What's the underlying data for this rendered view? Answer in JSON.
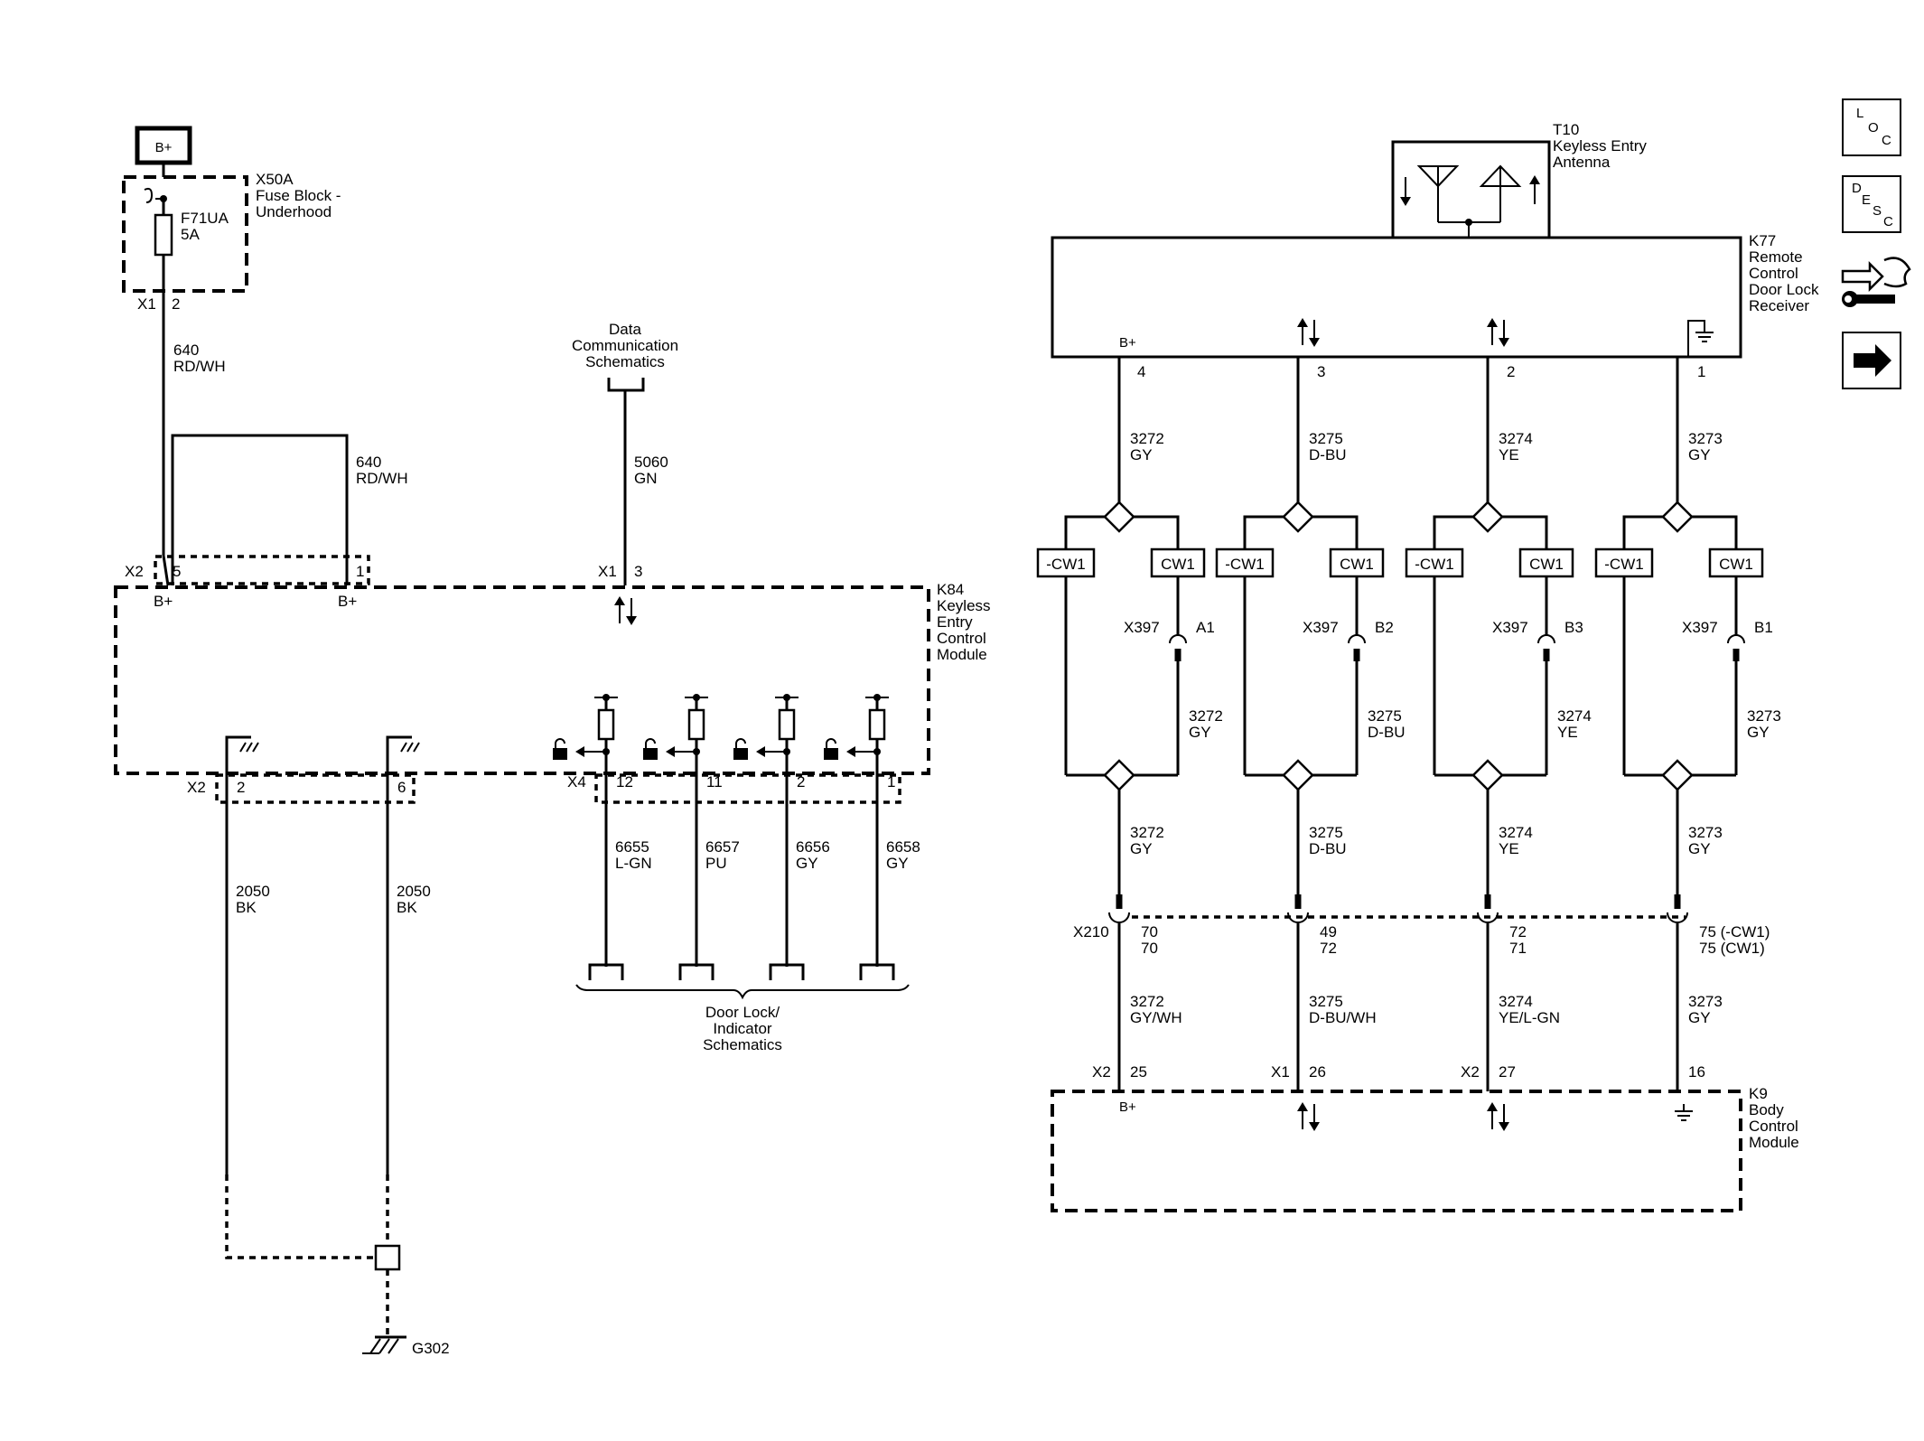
{
  "power": {
    "label": "B+"
  },
  "fuse_block": {
    "name": "X50A",
    "desc1": "Fuse Block -",
    "desc2": "Underhood",
    "fuse": "F71UA",
    "rating": "5A",
    "conn": "X1",
    "pin": "2"
  },
  "wire_640a": {
    "num": "640",
    "color": "RD/WH"
  },
  "wire_640b": {
    "num": "640",
    "color": "RD/WH"
  },
  "data_comm": {
    "l1": "Data",
    "l2": "Communication",
    "l3": "Schematics"
  },
  "wire_5060": {
    "num": "5060",
    "color": "GN"
  },
  "k84": {
    "name": "K84",
    "d1": "Keyless",
    "d2": "Entry",
    "d3": "Control",
    "d4": "Module",
    "x2": "X2",
    "pin5": "5",
    "pin1": "1",
    "bplus": "B+",
    "x1": "X1",
    "pin3": "3",
    "x2b": "X2",
    "pin2": "2",
    "pin6": "6",
    "x4": "X4",
    "pin12": "12",
    "pin11": "11",
    "pin2b": "2",
    "pin1b": "1"
  },
  "door_wires": [
    {
      "num": "6655",
      "color": "L-GN"
    },
    {
      "num": "6657",
      "color": "PU"
    },
    {
      "num": "6656",
      "color": "GY"
    },
    {
      "num": "6658",
      "color": "GY"
    }
  ],
  "door_lock": {
    "l1": "Door Lock/",
    "l2": "Indicator",
    "l3": "Schematics"
  },
  "ground_wires": [
    {
      "num": "2050",
      "color": "BK"
    },
    {
      "num": "2050",
      "color": "BK"
    }
  ],
  "ground": {
    "name": "G302"
  },
  "t10": {
    "name": "T10",
    "d1": "Keyless Entry",
    "d2": "Antenna"
  },
  "k77": {
    "name": "K77",
    "d1": "Remote",
    "d2": "Control",
    "d3": "Door Lock",
    "d4": "Receiver",
    "bplus": "B+"
  },
  "k77_pins": [
    "4",
    "3",
    "2",
    "1"
  ],
  "cols": [
    {
      "wire": "3272",
      "color": "GY",
      "ncw": "-CW1",
      "cw": "CW1",
      "x397": "X397",
      "x397pin": "A1",
      "x210a": "70",
      "x210b": "70",
      "low_color": "GY/WH",
      "k9conn": "X2",
      "k9pin": "25"
    },
    {
      "wire": "3275",
      "color": "D-BU",
      "ncw": "-CW1",
      "cw": "CW1",
      "x397": "X397",
      "x397pin": "B2",
      "x210a": "49",
      "x210b": "72",
      "low_color": "D-BU/WH",
      "k9conn": "X1",
      "k9pin": "26"
    },
    {
      "wire": "3274",
      "color": "YE",
      "ncw": "-CW1",
      "cw": "CW1",
      "x397": "X397",
      "x397pin": "B3",
      "x210a": "72",
      "x210b": "71",
      "low_color": "YE/L-GN",
      "k9conn": "X2",
      "k9pin": "27"
    },
    {
      "wire": "3273",
      "color": "GY",
      "ncw": "-CW1",
      "cw": "CW1",
      "x397": "X397",
      "x397pin": "B1",
      "x210a": "75 (-CW1)",
      "x210b": "75 (CW1)",
      "low_color": "GY",
      "k9conn": "",
      "k9pin": "16"
    }
  ],
  "x210": {
    "name": "X210"
  },
  "k9": {
    "name": "K9",
    "d1": "Body",
    "d2": "Control",
    "d3": "Module",
    "bplus": "B+"
  },
  "side_buttons": {
    "loc": {
      "l": "L",
      "o": "O",
      "c": "C"
    },
    "desc": {
      "d": "D",
      "e": "E",
      "s": "S",
      "c": "C"
    }
  }
}
